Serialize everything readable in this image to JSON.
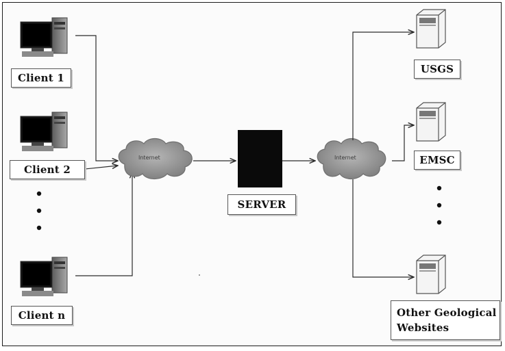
{
  "clients": [
    {
      "label": "Client 1"
    },
    {
      "label": "Client 2"
    },
    {
      "label": "Client n"
    }
  ],
  "clouds": {
    "left": "Internet",
    "right": "Internet"
  },
  "server": {
    "label": "SERVER"
  },
  "sources": [
    {
      "label": "USGS"
    },
    {
      "label": "EMSC"
    },
    {
      "label": "Other Geological Websites"
    }
  ],
  "colors": {
    "line": "#2a2a2a",
    "cloud": "#8c8c8c",
    "server_box": "#0a0a0a",
    "monitor": "#111111",
    "tower": "#7a7a7a"
  }
}
